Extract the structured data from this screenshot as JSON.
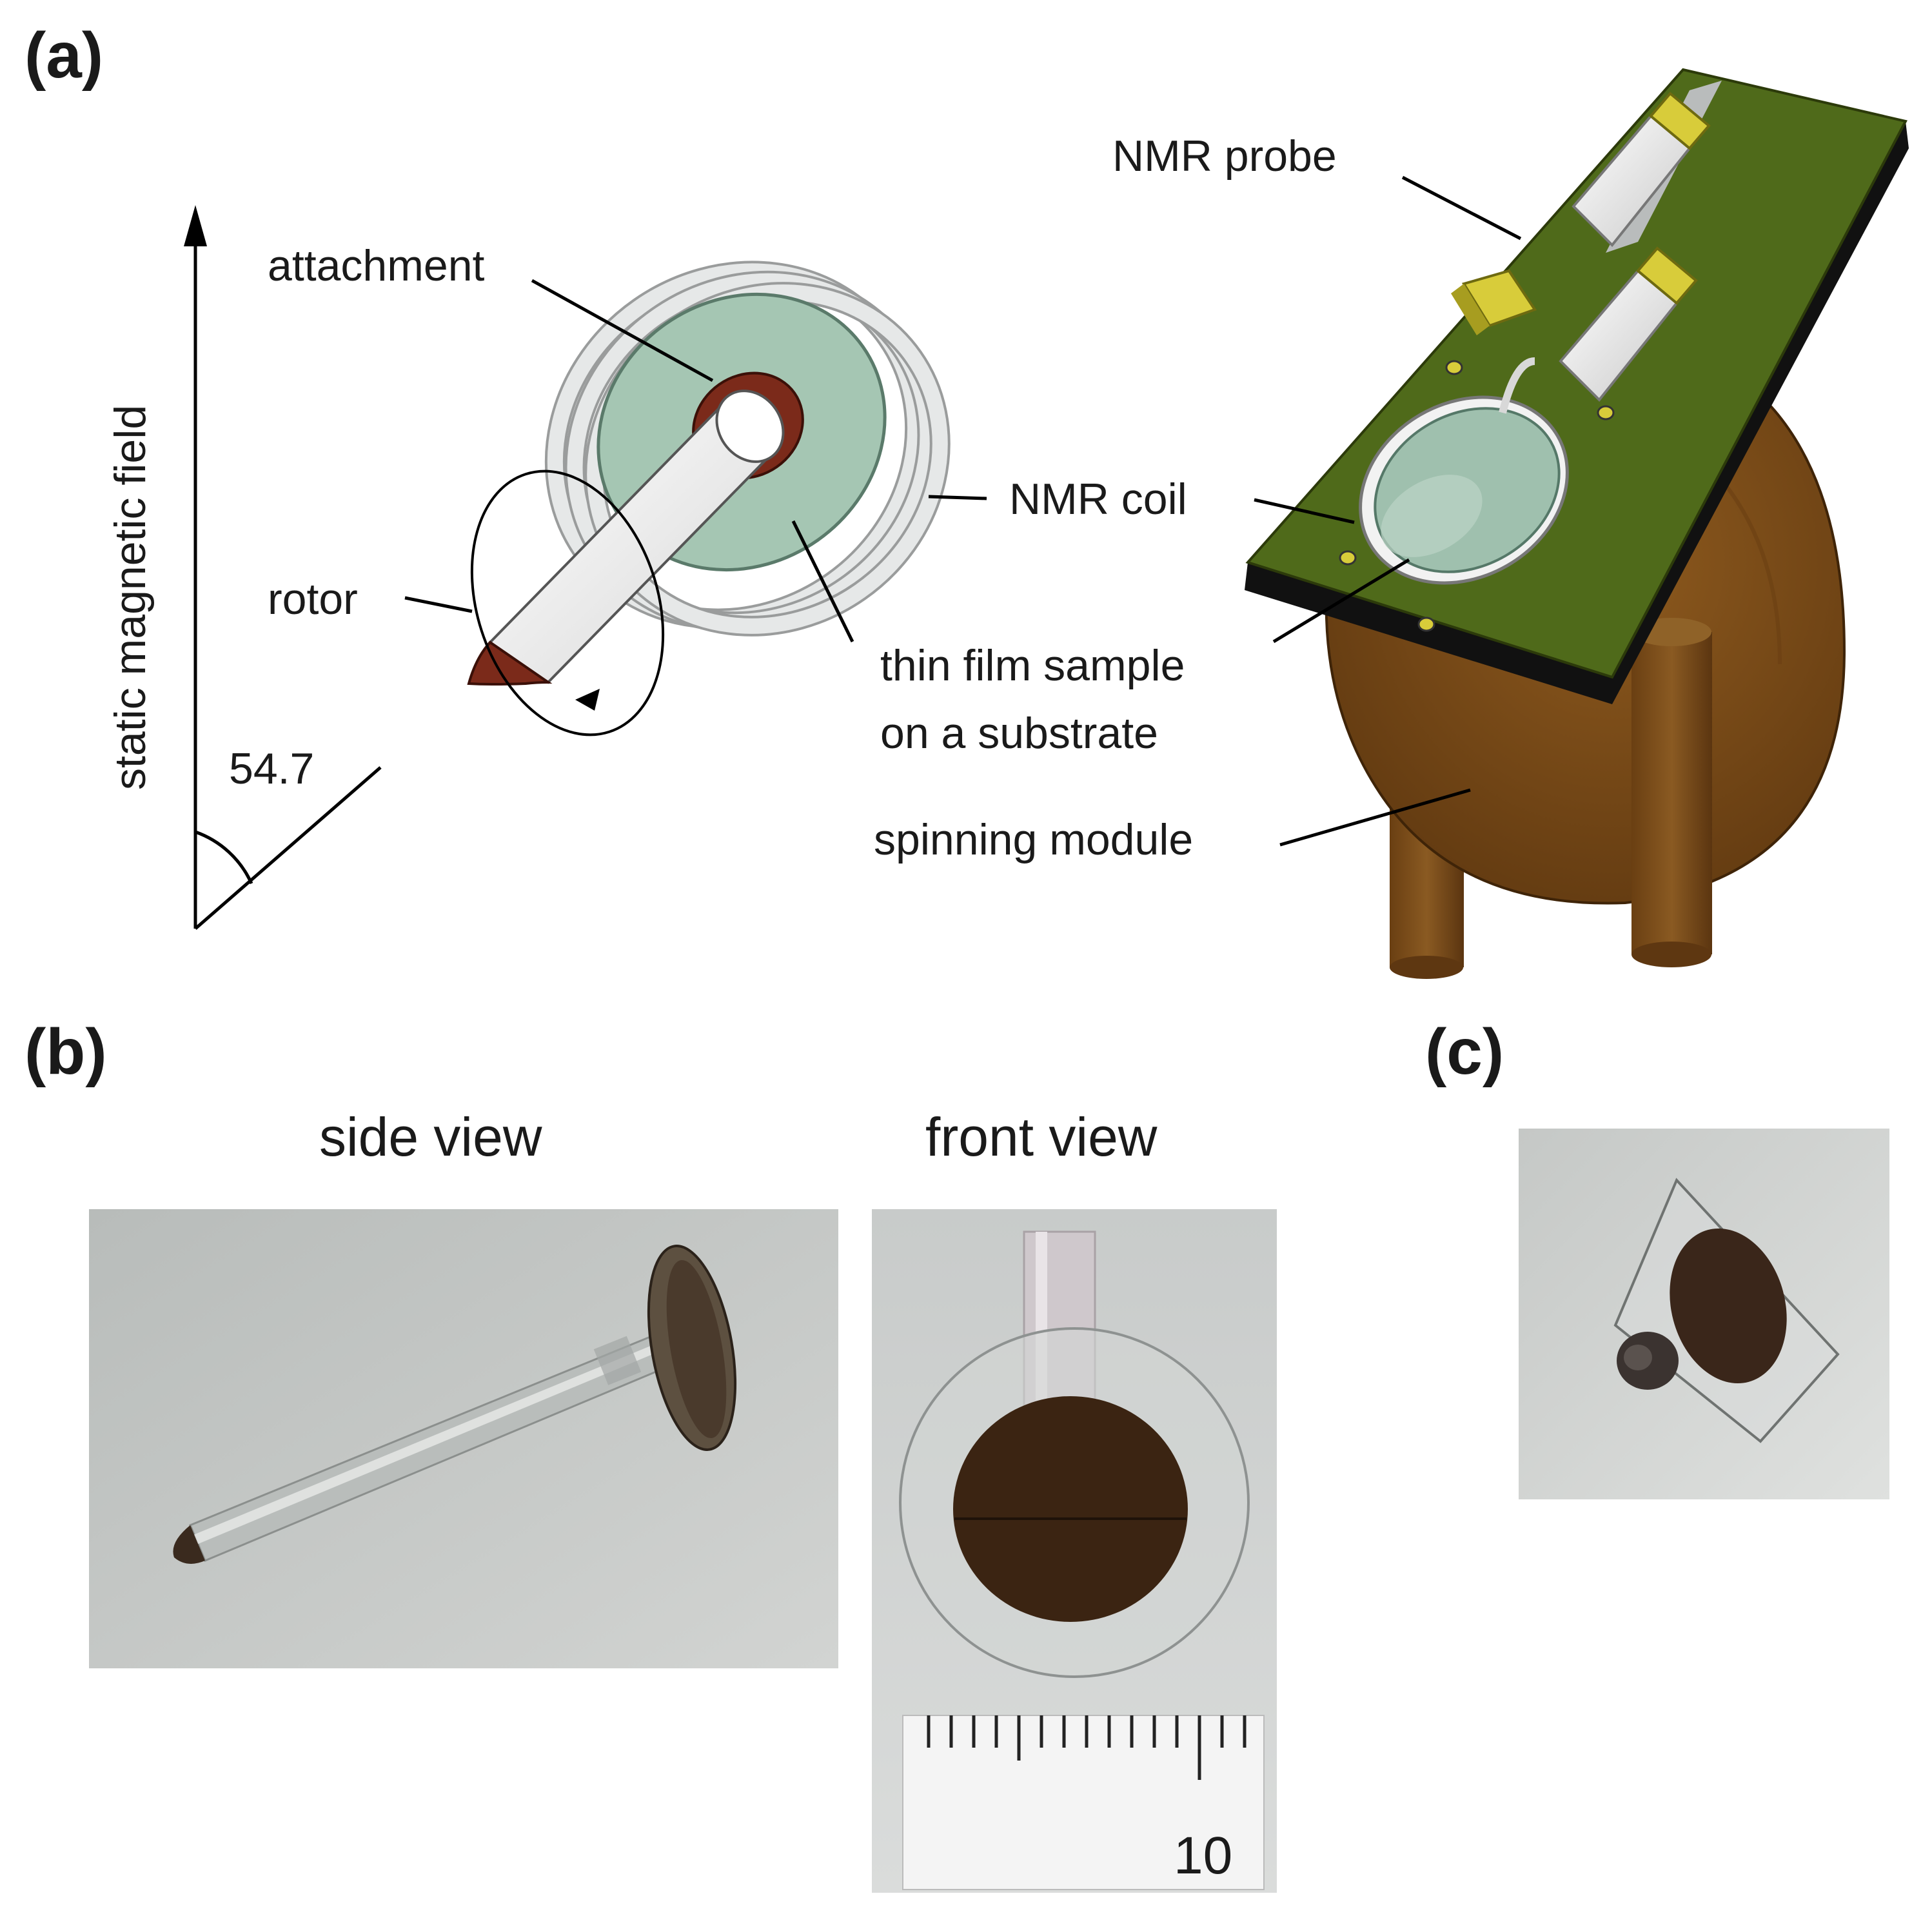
{
  "panels": {
    "a": "(a)",
    "b": "(b)",
    "c": "(c)"
  },
  "panel_a": {
    "field_label": "static magnetic field",
    "angle_label": "54.7",
    "attachment_label": "attachment",
    "rotor_label": "rotor",
    "coil_label": "NMR coil",
    "sample_label_line1": "thin film sample",
    "sample_label_line2": "on a substrate",
    "probe_label": "NMR probe",
    "module_label": "spinning module"
  },
  "panel_b": {
    "side_view_label": "side view",
    "front_view_label": "front view",
    "ruler_number": "10"
  },
  "colors": {
    "rotor_cap": "#7b2a1a",
    "coil": "#d9dcdc",
    "substrate": "#9fbfae",
    "pcb": "#4f6a1a",
    "module": "#7a4a16",
    "capacitor_gold": "#d8cc3a",
    "photo_background": "#c2c5c3"
  }
}
